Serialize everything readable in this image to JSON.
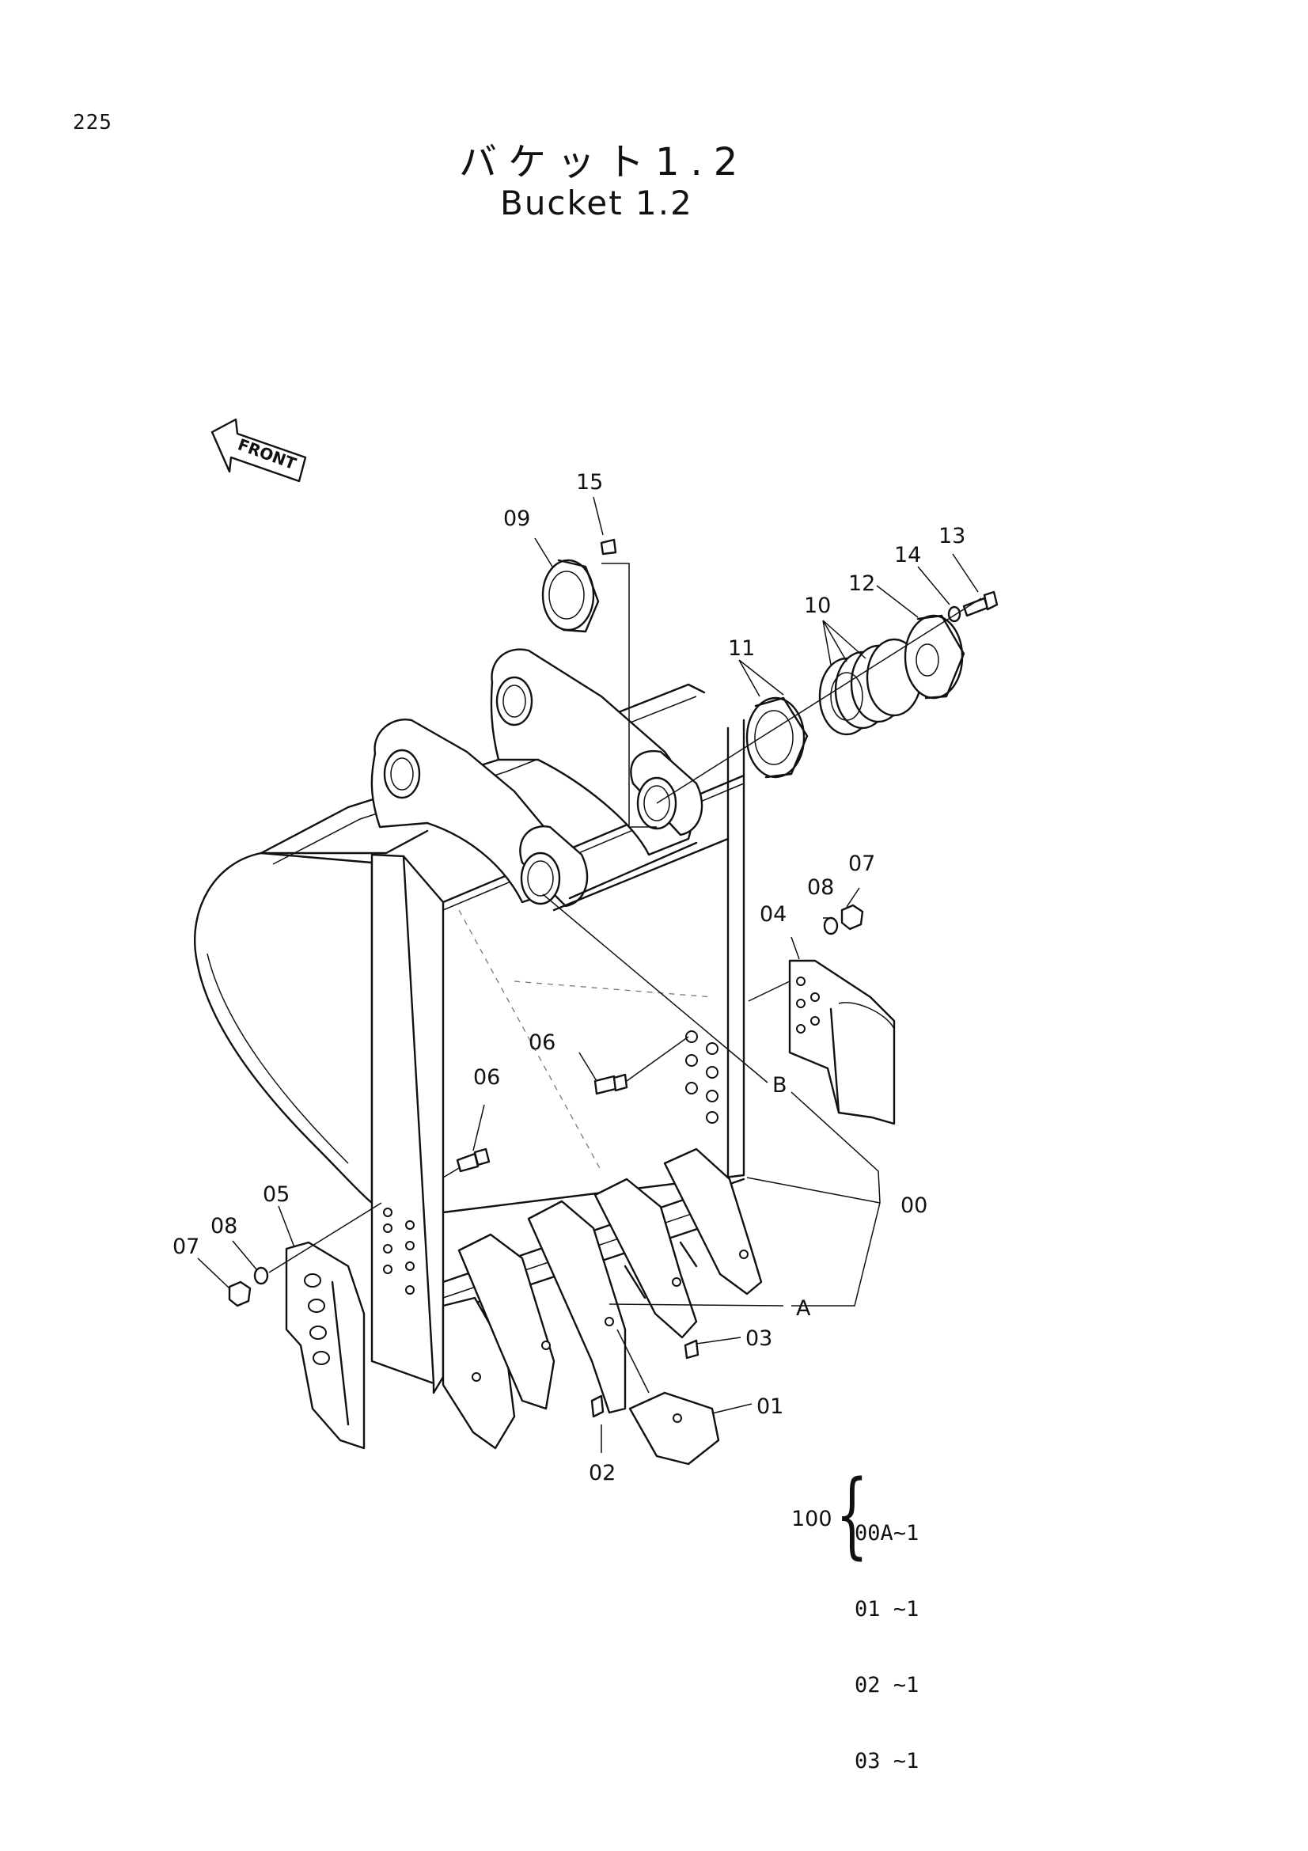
{
  "page_number": "225",
  "title_jp": "バケット1.2",
  "title_en": "Bucket 1.2",
  "front_label": "FRONT",
  "callouts": {
    "c15": "15",
    "c09": "09",
    "c13": "13",
    "c14": "14",
    "c12": "12",
    "c10": "10",
    "c11": "11",
    "c07r": "07",
    "c08r": "08",
    "c04": "04",
    "c06a": "06",
    "c06b": "06",
    "cB": "B",
    "c00": "00",
    "c05": "05",
    "c08l": "08",
    "c07l": "07",
    "cA": "A",
    "c03": "03",
    "c01": "01",
    "c02": "02"
  },
  "kit": {
    "quantity": "100",
    "items": [
      "00A~1",
      "01 ~1",
      "02 ~1",
      "03 ~1"
    ]
  }
}
